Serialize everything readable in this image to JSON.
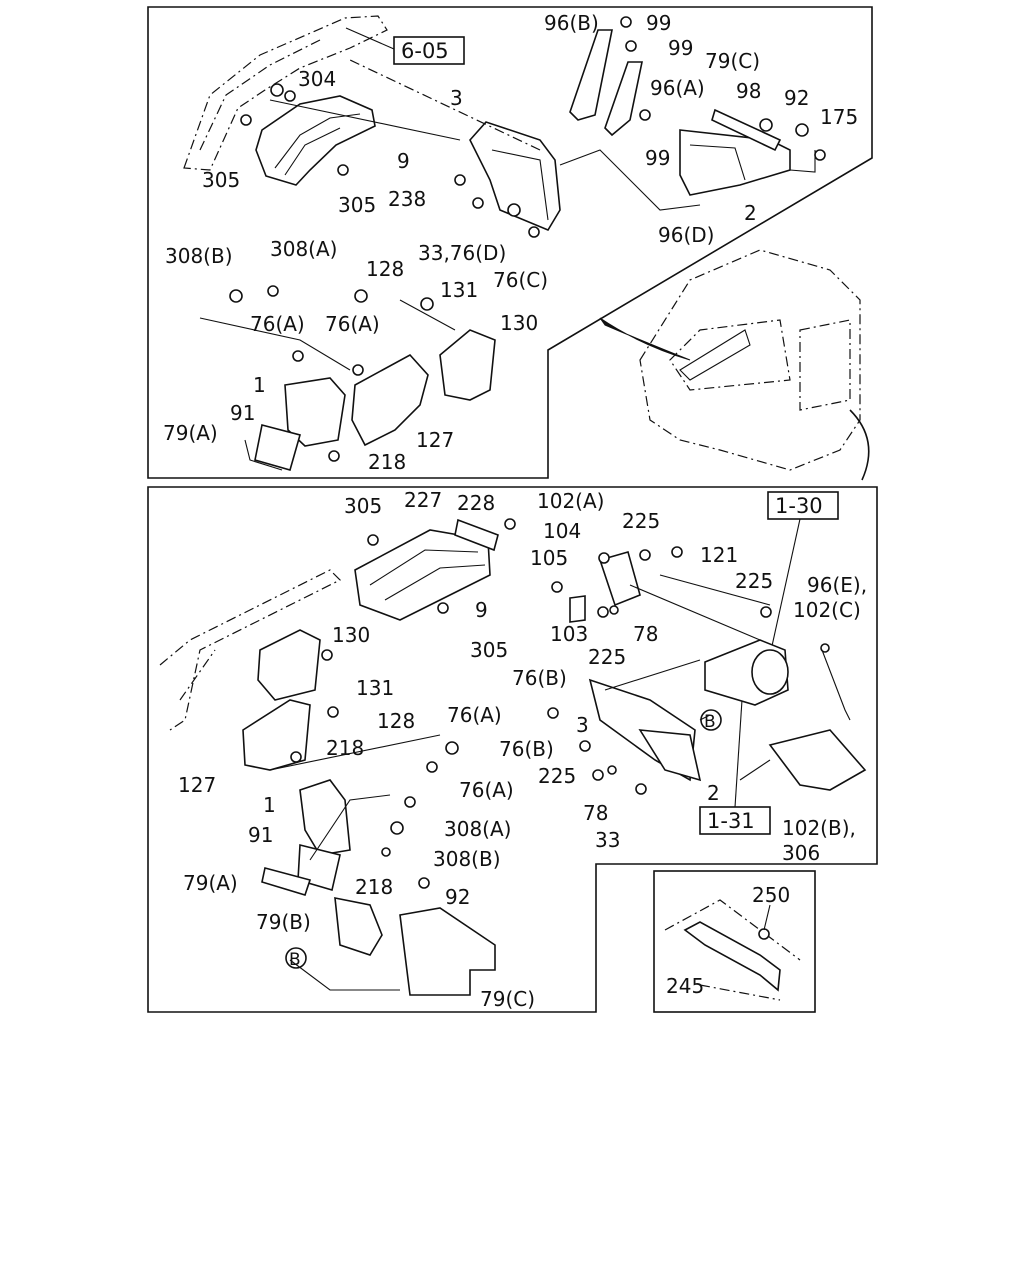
{
  "panel_a": {
    "ref_box": "6-05",
    "labels": [
      "96(B)",
      "99",
      "99",
      "79(C)",
      "96(A)",
      "98",
      "92",
      "175",
      "3",
      "304",
      "99",
      "305",
      "9",
      "238",
      "305",
      "2",
      "96(D)",
      "33,76(D)",
      "76(C)",
      "308(B)",
      "308(A)",
      "128",
      "131",
      "130",
      "76(A)",
      "76(A)",
      "1",
      "91",
      "79(A)",
      "127",
      "218"
    ]
  },
  "panel_b": {
    "ref_boxes": [
      "1-30",
      "1-31"
    ],
    "circle_marker": "B",
    "labels": [
      "305",
      "227",
      "228",
      "102(A)",
      "104",
      "225",
      "105",
      "121",
      "225",
      "96(E),",
      "102(C)",
      "9",
      "305",
      "103",
      "78",
      "225",
      "130",
      "131",
      "76(B)",
      "3",
      "128",
      "76(A)",
      "76(B)",
      "218",
      "76(A)",
      "225",
      "78",
      "2",
      "127",
      "1",
      "308(A)",
      "91",
      "308(B)",
      "33",
      "102(B),",
      "306",
      "79(A)",
      "218",
      "92",
      "79(B)",
      "79(C)"
    ]
  },
  "panel_c": {
    "labels": [
      "250",
      "245"
    ]
  }
}
